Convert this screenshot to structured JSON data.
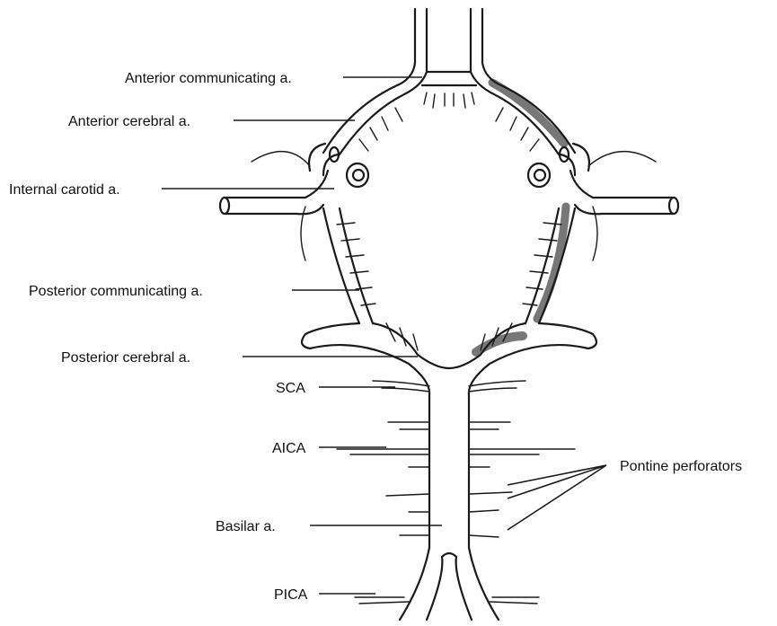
{
  "labels": {
    "anterior_communicating": "Anterior communicating a.",
    "anterior_cerebral": "Anterior cerebral a.",
    "internal_carotid": "Internal carotid a.",
    "posterior_communicating": "Posterior communicating a.",
    "posterior_cerebral": "Posterior cerebral a.",
    "sca": "SCA",
    "aica": "AICA",
    "pontine_perforators": "Pontine perforators",
    "basilar": "Basilar a.",
    "pica": "PICA"
  },
  "colors": {
    "line": "#1a1a1a",
    "shading": "#777777",
    "background": "#ffffff"
  }
}
